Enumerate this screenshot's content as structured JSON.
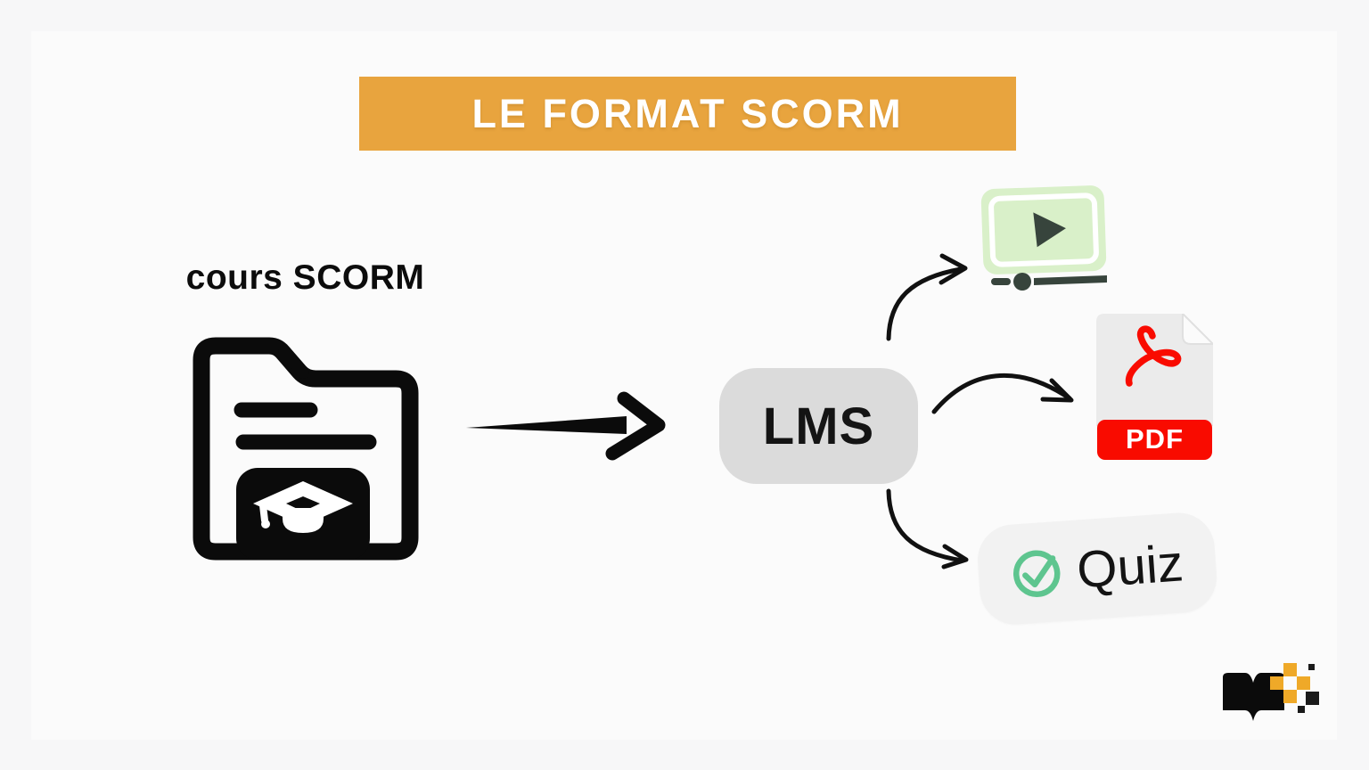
{
  "banner": {
    "title": "LE FORMAT SCORM"
  },
  "nodes": {
    "source_label": "cours SCORM",
    "lms_label": "LMS",
    "pdf_label": "PDF",
    "quiz_label": "Quiz"
  },
  "icons": {
    "source": "folder-graduation-icon",
    "main_flow": "arrow-right-icon",
    "branch_arrows": [
      "curved-arrow-to-video-icon",
      "curved-arrow-to-pdf-icon",
      "curved-arrow-to-quiz-icon"
    ],
    "video": "video-player-icon",
    "pdf": "pdf-file-icon",
    "quiz": "check-circle-icon",
    "brand": "open-book-pixel-logo"
  },
  "colors": {
    "page_bg": "#F7F7F8",
    "card_bg": "#FBFBFB",
    "banner_bg": "#E8A43E",
    "banner_text": "#FFFFFF",
    "ink": "#0B0B0B",
    "lms_bg": "#DBDBDB",
    "video_green": "#D9F0C9",
    "video_dark": "#37443C",
    "pdf_body": "#EBEBEB",
    "pdf_red": "#F90B00",
    "quiz_bg": "#F2F2F2",
    "check_green": "#5EC58F",
    "logo_orange": "#EFA928"
  }
}
